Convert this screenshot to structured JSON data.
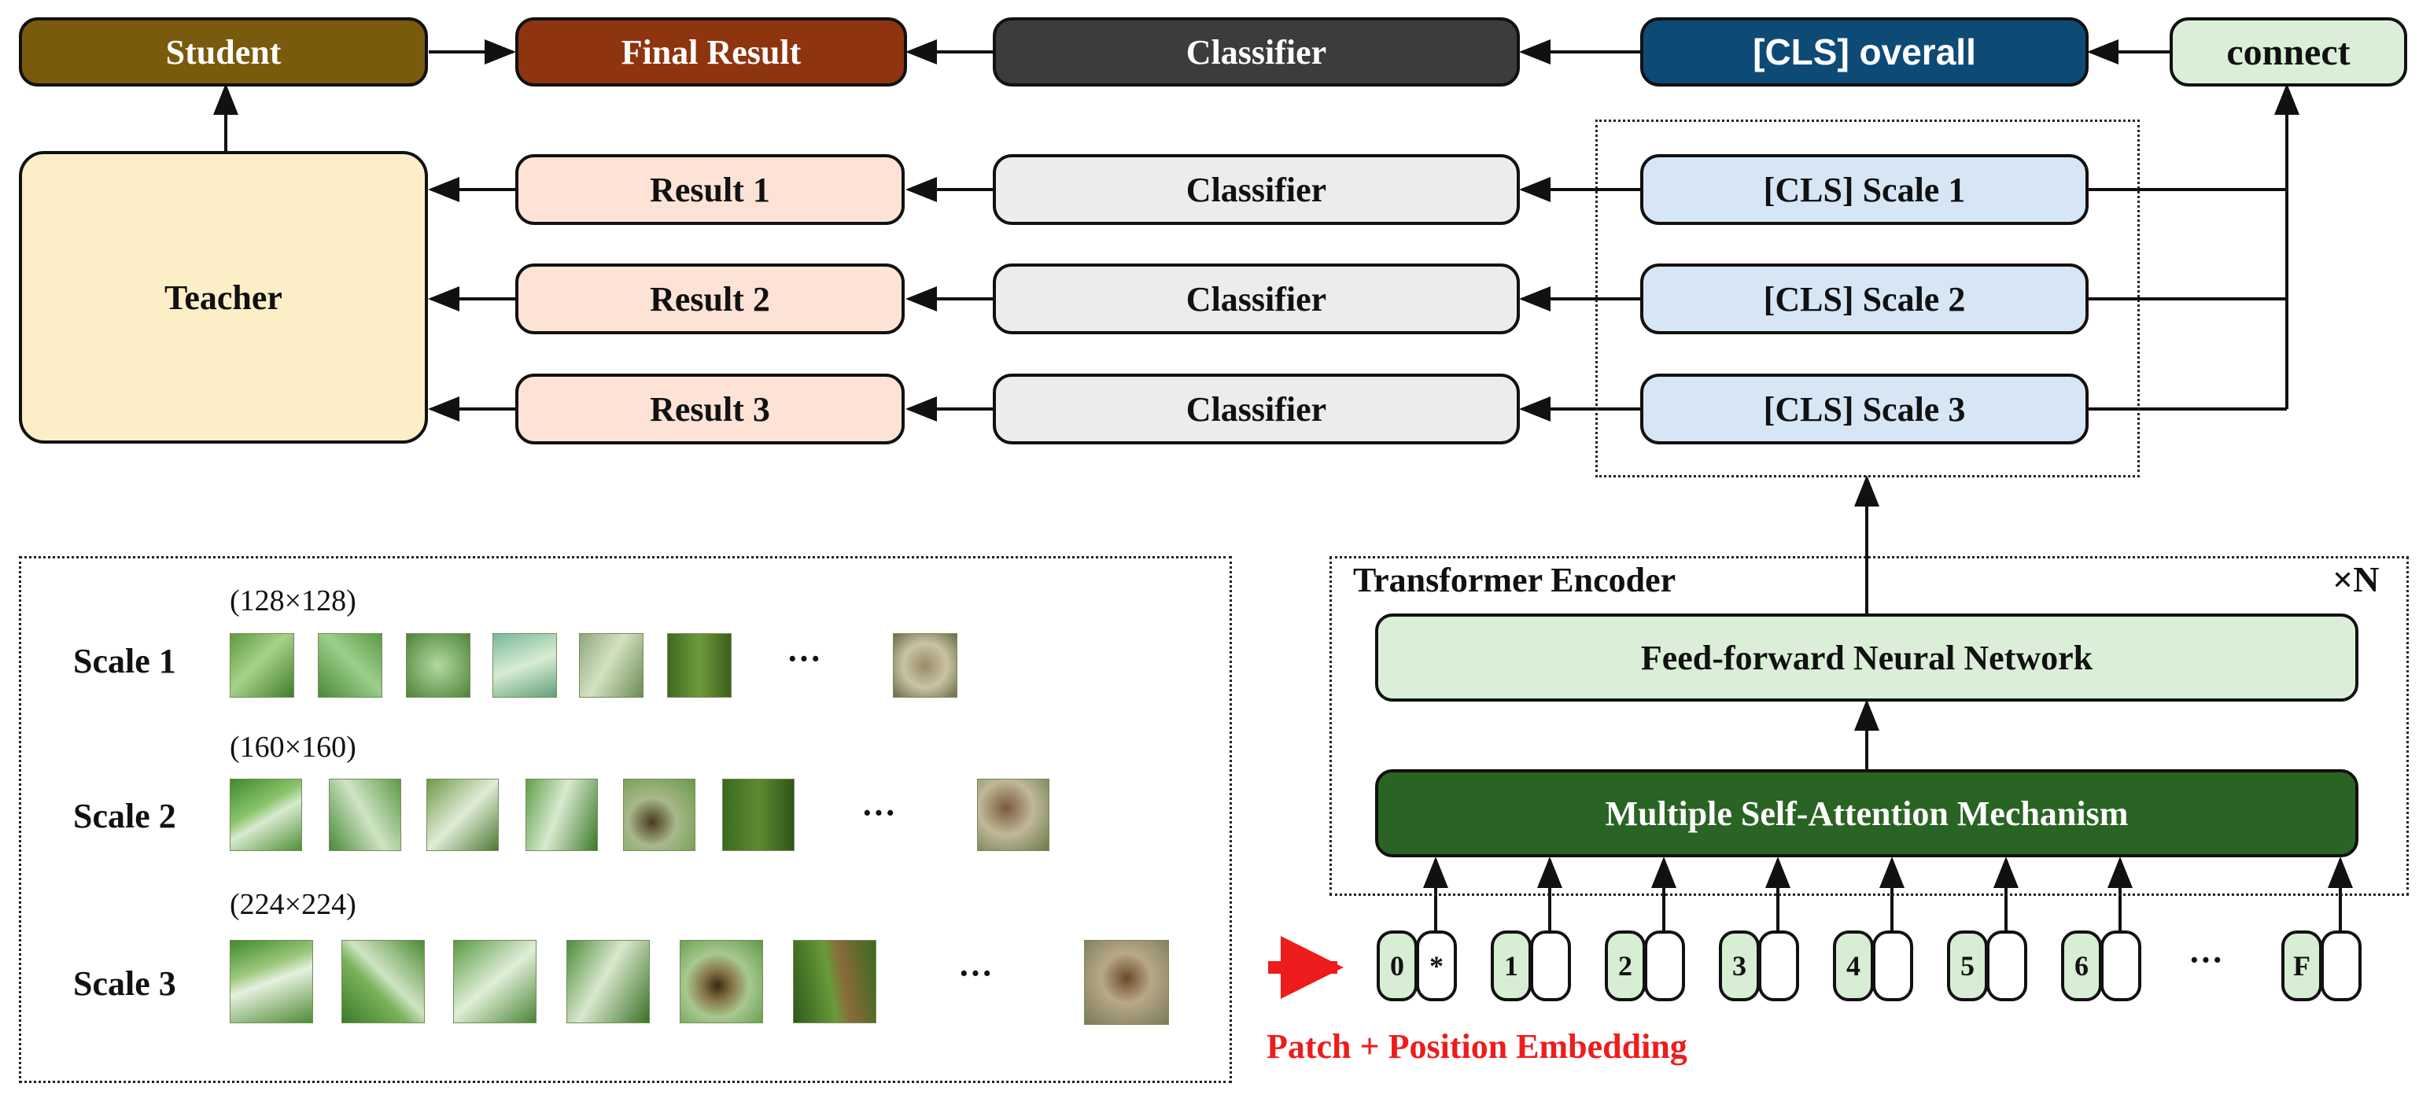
{
  "top_row": {
    "student": "Student",
    "final_result": "Final Result",
    "classifier": "Classifier",
    "cls_overall": "[CLS] overall",
    "connect": "connect"
  },
  "teacher": "Teacher",
  "results": [
    "Result 1",
    "Result 2",
    "Result 3"
  ],
  "classifiers": [
    "Classifier",
    "Classifier",
    "Classifier"
  ],
  "cls_scales": [
    "[CLS] Scale 1",
    "[CLS] Scale 2",
    "[CLS] Scale 3"
  ],
  "scales_panel": {
    "rows": [
      {
        "label": "Scale 1",
        "size": "(128×128)",
        "ellipsis": "···"
      },
      {
        "label": "Scale 2",
        "size": "(160×160)",
        "ellipsis": "···"
      },
      {
        "label": "Scale 3",
        "size": "(224×224)",
        "ellipsis": "···"
      }
    ]
  },
  "encoder": {
    "title": "Transformer Encoder",
    "repeat": "×N",
    "ffn": "Feed-forward Neural Network",
    "attention": "Multiple Self-Attention Mechanism"
  },
  "tokens": {
    "labels": [
      "0",
      "1",
      "2",
      "3",
      "4",
      "5",
      "6",
      "F"
    ],
    "class_marker": "*",
    "ellipsis": "···"
  },
  "embedding_label": "Patch + Position Embedding",
  "colors": {
    "student": "#7a5a0c",
    "final_result": "#8e3510",
    "classifier_top": "#3c3c3c",
    "cls_overall": "#0e4a76",
    "connect": "#dbefd8",
    "teacher": "#fcefc8",
    "result": "#fde3d6",
    "classifier": "#ececec",
    "cls_scale": "#d6e6f5",
    "ffn": "#dbefd8",
    "attention": "#2a6424",
    "embedding_arrow": "#ee1c1c"
  }
}
